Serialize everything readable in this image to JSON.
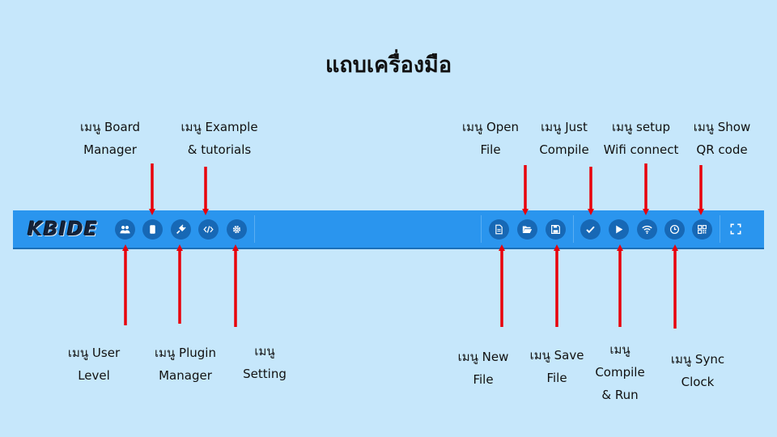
{
  "title": "แถบเครื่องมือ",
  "logo_text": "KBIDE",
  "accent_color": "#2a95ee",
  "button_color": "#1768b5",
  "arrow_color": "#e8000b",
  "buttons": [
    {
      "icon": "users-icon",
      "name": "user-level-button"
    },
    {
      "icon": "board-icon",
      "name": "board-manager-button"
    },
    {
      "icon": "plug-icon",
      "name": "plugin-manager-button"
    },
    {
      "icon": "code-icon",
      "name": "example-tutorials-button"
    },
    {
      "icon": "gear-icon",
      "name": "setting-button"
    },
    {
      "icon": "file-icon",
      "name": "new-file-button"
    },
    {
      "icon": "folder-open-icon",
      "name": "open-file-button"
    },
    {
      "icon": "floppy-icon",
      "name": "save-file-button"
    },
    {
      "icon": "check-icon",
      "name": "compile-button"
    },
    {
      "icon": "play-icon",
      "name": "compile-run-button"
    },
    {
      "icon": "wifi-icon",
      "name": "wifi-setup-button"
    },
    {
      "icon": "clock-icon",
      "name": "sync-clock-button"
    },
    {
      "icon": "qr-icon",
      "name": "qr-code-button"
    },
    {
      "icon": "fullscreen-icon",
      "name": "fullscreen-button"
    }
  ],
  "labels": {
    "user_level": [
      "เมนู User",
      "Level"
    ],
    "board_manager": [
      "เมนู Board",
      "Manager"
    ],
    "plugin_manager": [
      "เมนู Plugin",
      "Manager"
    ],
    "example": [
      "เมนู Example",
      "& tutorials"
    ],
    "setting": [
      "เมนู",
      "Setting"
    ],
    "new_file": [
      "เมนู New",
      "File"
    ],
    "open_file": [
      "เมนู Open",
      "File"
    ],
    "save_file": [
      "เมนู Save",
      "File"
    ],
    "just_compile": [
      "เมนู Just",
      "Compile"
    ],
    "compile_run": [
      "เมนู",
      "Compile",
      "& Run"
    ],
    "wifi_setup": [
      "เมนู setup",
      "Wifi connect"
    ],
    "sync_clock": [
      "เมนู Sync",
      "Clock"
    ],
    "show_qr": [
      "เมนู Show",
      "QR code"
    ]
  }
}
